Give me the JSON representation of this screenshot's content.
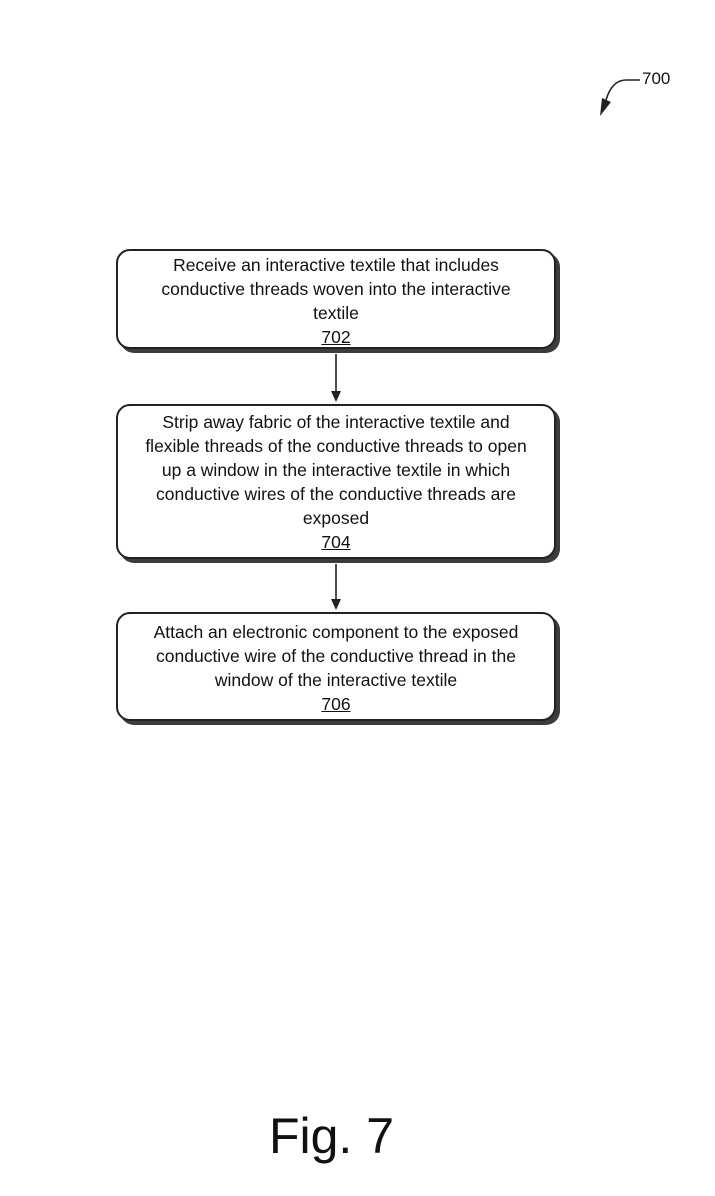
{
  "figure": {
    "reference_number": "700",
    "caption": "Fig. 7"
  },
  "steps": [
    {
      "text": "Receive an interactive textile that includes conductive threads woven into the interactive textile",
      "number": "702"
    },
    {
      "text": "Strip away fabric of the interactive textile and flexible threads of the conductive threads to open up a window in the interactive textile in which conductive wires of the conductive threads are exposed",
      "number": "704"
    },
    {
      "text": "Attach an electronic component to the exposed conductive wire of the conductive thread in the window of the interactive textile",
      "number": "706"
    }
  ],
  "colors": {
    "line": "#222222",
    "shadow": "#3c3c3c",
    "background": "#ffffff"
  }
}
